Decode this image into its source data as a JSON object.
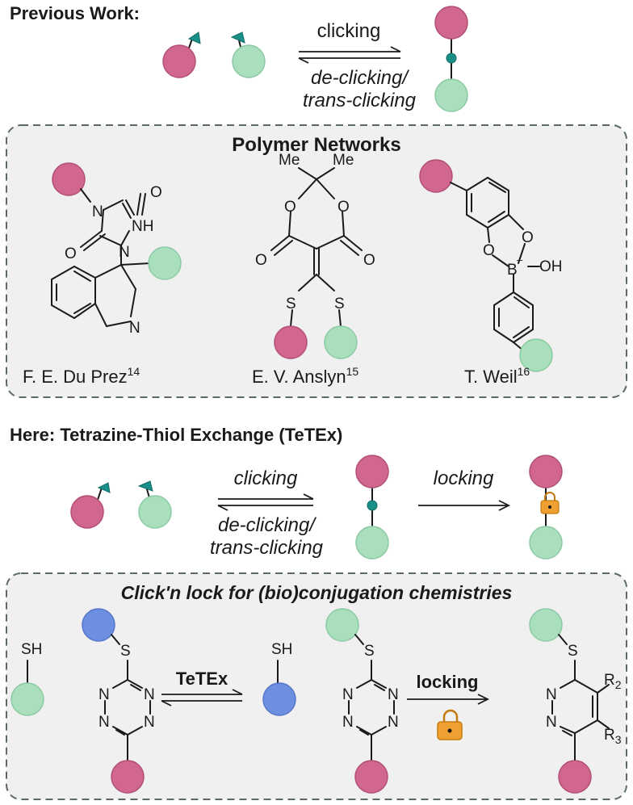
{
  "header_previous": "Previous Work:",
  "prev_scheme": {
    "forward": "clicking",
    "backward_line1": "de-clicking/",
    "backward_line2": "trans-clicking"
  },
  "polymer_panel": {
    "title": "Polymer Networks",
    "structures": [
      {
        "author": "F. E. Du Prez",
        "ref": "14",
        "atoms": [
          "O",
          "N",
          "NH",
          "O",
          "N",
          "N"
        ]
      },
      {
        "author": "E. V. Anslyn",
        "ref": "15",
        "atoms": [
          "Me",
          "Me",
          "O",
          "O",
          "O",
          "O",
          "S",
          "S"
        ]
      },
      {
        "author": "T. Weil",
        "ref": "16",
        "atoms": [
          "O",
          "O",
          "B",
          "–",
          "OH"
        ]
      }
    ]
  },
  "header_here": "Here: Tetrazine-Thiol Exchange (TeTEx)",
  "here_scheme": {
    "forward": "clicking",
    "backward_line1": "de-clicking/",
    "backward_line2": "trans-clicking",
    "locking": "locking"
  },
  "click_panel": {
    "title": "Click'n lock for (bio)conjugation chemistries",
    "sh_label": "SH",
    "s_label": "S",
    "n_label": "N",
    "tetex_label": "TeTEx",
    "locking_label": "locking",
    "r2": "R",
    "r2_sub": "2",
    "r3": "R",
    "r3_sub": "3"
  },
  "colors": {
    "pink": "#d1668e",
    "green": "#a9dfbd",
    "blue": "#6d8fe0",
    "teal": "#1a8f88",
    "lock": "#f0a030",
    "panel_bg": "#f0f0f0"
  }
}
